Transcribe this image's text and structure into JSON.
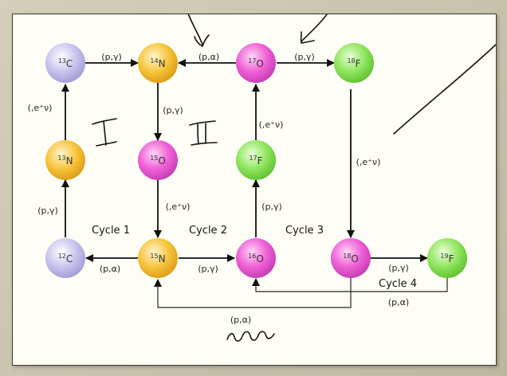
{
  "colors": {
    "carbon": "#c7c4ee",
    "nitrogen": "#f7c43c",
    "oxygen": "#ef5fd6",
    "fluorine": "#8fe55e",
    "panel": "#fffef6",
    "frame": "#c8c3ac"
  },
  "nodes": [
    {
      "id": "c13",
      "mass": "13",
      "el": "C",
      "kind": "carbon"
    },
    {
      "id": "n14",
      "mass": "14",
      "el": "N",
      "kind": "nitrogen"
    },
    {
      "id": "o17",
      "mass": "17",
      "el": "O",
      "kind": "oxygen"
    },
    {
      "id": "f18",
      "mass": "18",
      "el": "F",
      "kind": "fluorine"
    },
    {
      "id": "n13",
      "mass": "13",
      "el": "N",
      "kind": "nitrogen"
    },
    {
      "id": "o15",
      "mass": "15",
      "el": "O",
      "kind": "oxygen"
    },
    {
      "id": "f17",
      "mass": "17",
      "el": "F",
      "kind": "fluorine"
    },
    {
      "id": "c12",
      "mass": "12",
      "el": "C",
      "kind": "carbon"
    },
    {
      "id": "n15",
      "mass": "15",
      "el": "N",
      "kind": "nitrogen"
    },
    {
      "id": "o16",
      "mass": "16",
      "el": "O",
      "kind": "oxygen"
    },
    {
      "id": "o18",
      "mass": "18",
      "el": "O",
      "kind": "oxygen"
    },
    {
      "id": "f19",
      "mass": "19",
      "el": "F",
      "kind": "fluorine"
    }
  ],
  "edges": [
    {
      "id": "c13-n14",
      "label": "(p,γ)"
    },
    {
      "id": "o17-n14",
      "label": "(p,α)"
    },
    {
      "id": "o17-f18",
      "label": "(p,γ)"
    },
    {
      "id": "n13-c13",
      "label": "(,e⁺ν)"
    },
    {
      "id": "n14-o15",
      "label": "(p,γ)"
    },
    {
      "id": "f17-o17",
      "label": "(,e⁺ν)"
    },
    {
      "id": "f18-o18",
      "label": "(,e⁺ν)"
    },
    {
      "id": "c12-n13",
      "label": "(p,γ)"
    },
    {
      "id": "o15-n15",
      "label": "(,e⁺ν)"
    },
    {
      "id": "o16-f17",
      "label": "(p,γ)"
    },
    {
      "id": "n15-c12",
      "label": "(p,α)"
    },
    {
      "id": "n15-o16",
      "label": "(p,γ)"
    },
    {
      "id": "o18-f19",
      "label": "(p,γ)"
    },
    {
      "id": "f19-o16",
      "label": "(p,α)"
    },
    {
      "id": "o18-n15",
      "label": "(p,α)"
    }
  ],
  "cycles": [
    "Cycle 1",
    "Cycle 2",
    "Cycle 3",
    "Cycle 4"
  ],
  "annotations": [
    "I",
    "II"
  ]
}
